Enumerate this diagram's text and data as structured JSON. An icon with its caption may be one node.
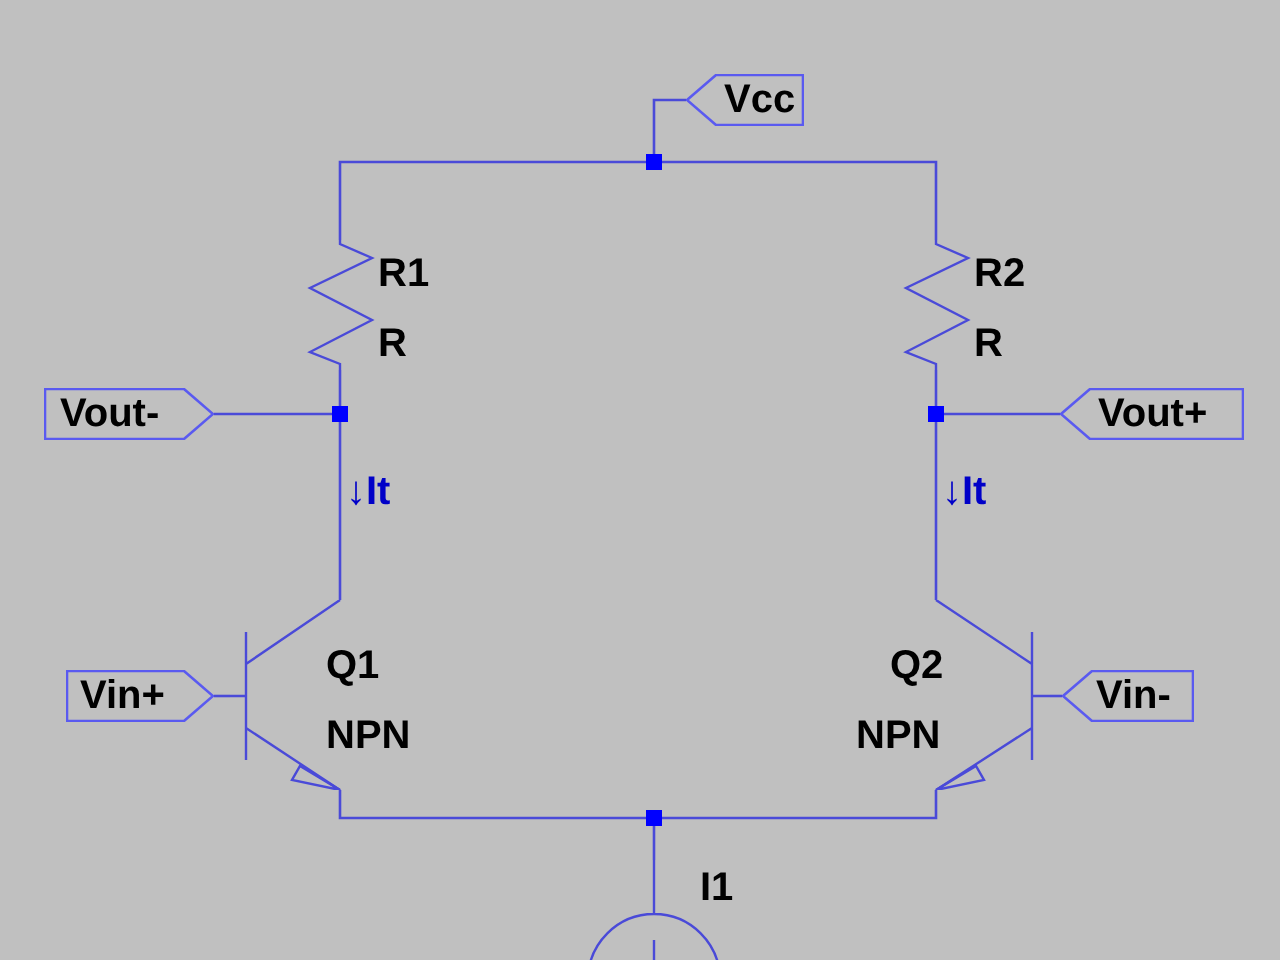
{
  "diagram": {
    "nodes": [
      {
        "text": [
          "Vcc"
        ]
      },
      {
        "text": [
          "R1",
          "R"
        ]
      },
      {
        "text": [
          "R2",
          "R"
        ]
      },
      {
        "text": [
          "Vout-"
        ]
      },
      {
        "text": [
          "Vout+"
        ]
      },
      {
        "text": [
          "Q1",
          "NPN"
        ]
      },
      {
        "text": [
          "Q2",
          "NPN"
        ]
      },
      {
        "text": [
          "Vin+"
        ]
      },
      {
        "text": [
          "Vin-"
        ]
      },
      {
        "text": [
          "I1"
        ]
      },
      {
        "text": [],
        "shape": "box"
      },
      {
        "text": [],
        "shape": "box"
      },
      {
        "text": [],
        "shape": "box"
      },
      {
        "text": [],
        "shape": "box"
      }
    ],
    "edges": [
      {
        "from": 0,
        "to": 10,
        "arrow": "none"
      },
      {
        "from": 10,
        "to": 1,
        "arrow": "none"
      },
      {
        "from": 10,
        "to": 2,
        "arrow": "none"
      },
      {
        "from": 1,
        "to": 11,
        "arrow": "none"
      },
      {
        "from": 3,
        "to": 11,
        "arrow": "none"
      },
      {
        "from": 11,
        "to": 5,
        "arrow": "none",
        "label": "↓It"
      },
      {
        "from": 2,
        "to": 12,
        "arrow": "none"
      },
      {
        "from": 12,
        "to": 4,
        "arrow": "none"
      },
      {
        "from": 12,
        "to": 6,
        "arrow": "none",
        "label": "↓It"
      },
      {
        "from": 7,
        "to": 5,
        "arrow": "none"
      },
      {
        "from": 8,
        "to": 6,
        "arrow": "none"
      },
      {
        "from": 5,
        "to": 13,
        "arrow": "none"
      },
      {
        "from": 6,
        "to": 13,
        "arrow": "none"
      },
      {
        "from": 13,
        "to": 9,
        "arrow": "none"
      }
    ]
  }
}
